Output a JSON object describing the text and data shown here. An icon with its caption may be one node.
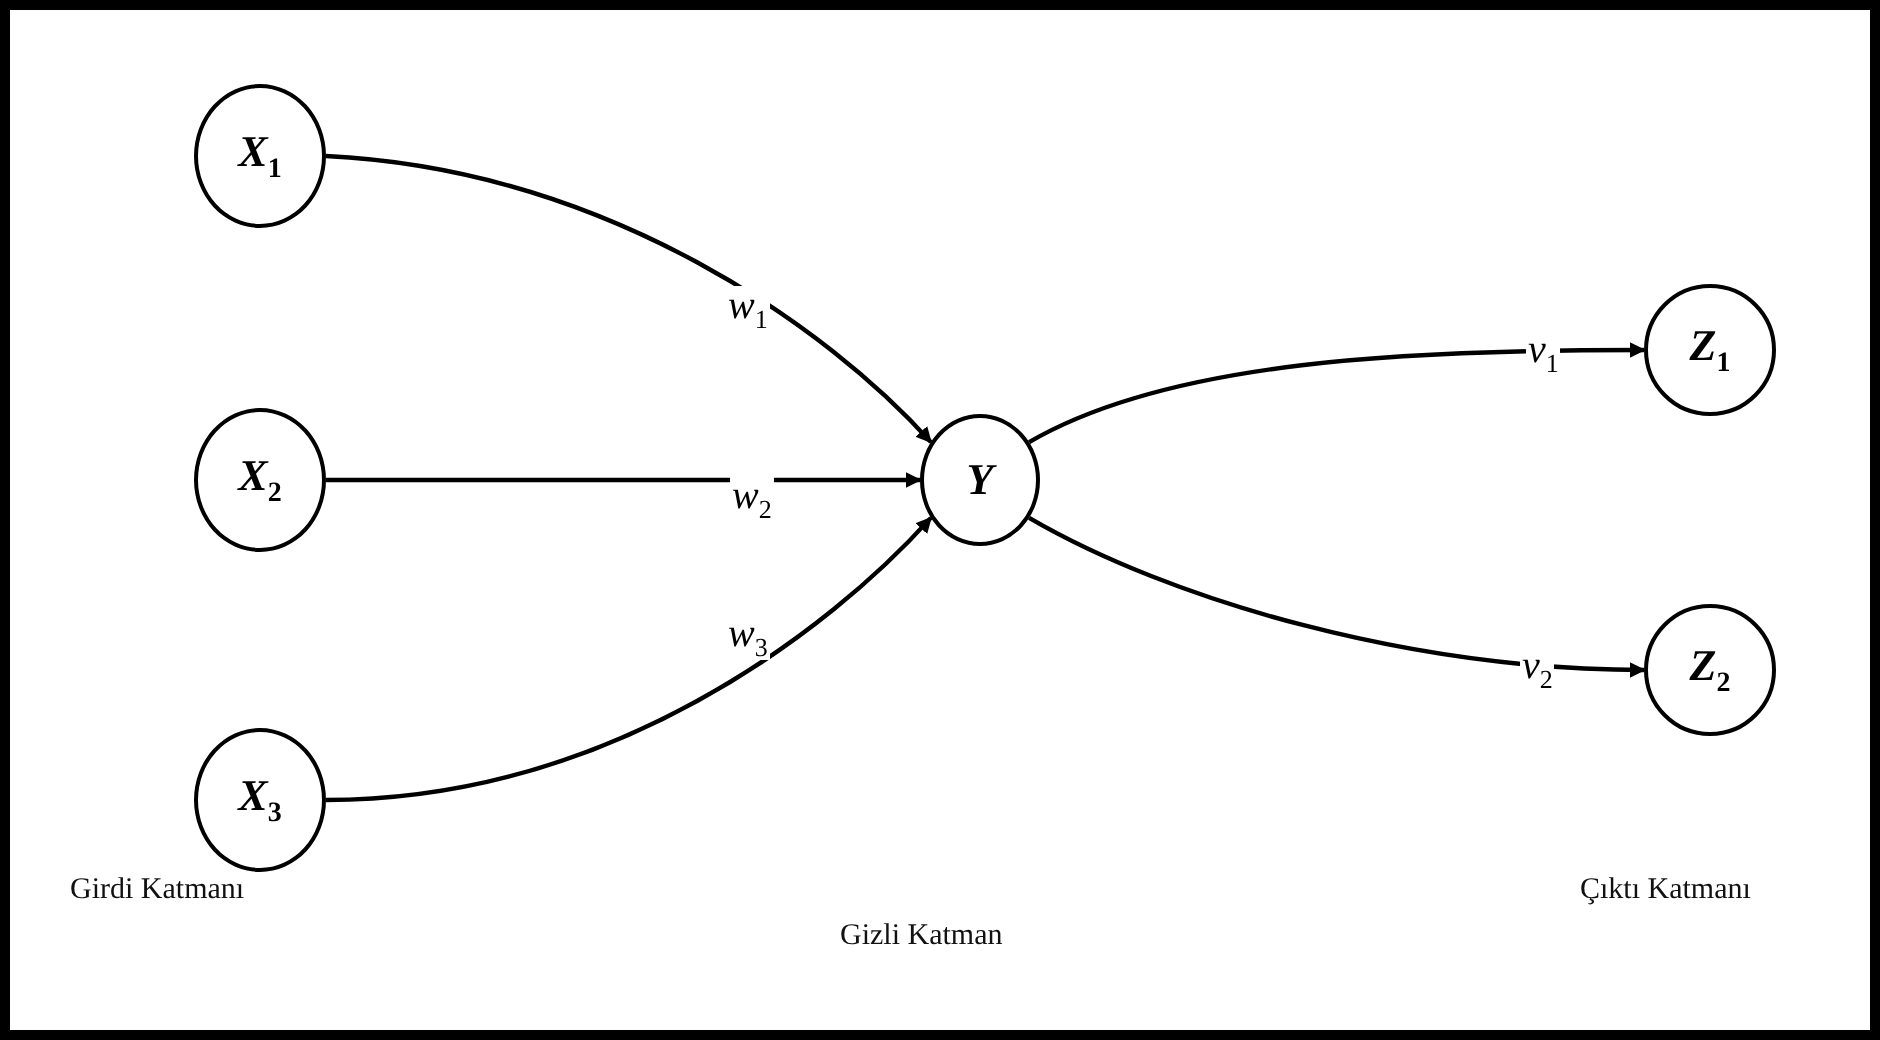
{
  "diagram": {
    "nodes": [
      {
        "text": [
          "X$_{1}$"
        ]
      },
      {
        "text": [
          "X$_{2}$"
        ]
      },
      {
        "text": [
          "X$_{3}$"
        ]
      },
      {
        "text": [
          "Y"
        ]
      },
      {
        "text": [
          "Z$_{1}$"
        ]
      },
      {
        "text": [
          "Z$_{2}$"
        ]
      }
    ],
    "labels": [
      "Girdi Katmanı",
      "Gizli Katman",
      "Çıktı Katmanı"
    ],
    "edges": [
      {
        "from": 0,
        "to": 3,
        "arrow": "to",
        "label": "w$_{1}$"
      },
      {
        "from": 1,
        "to": 3,
        "arrow": "to",
        "label": "w$_{2}$"
      },
      {
        "from": 2,
        "to": 3,
        "arrow": "to",
        "label": "w$_{3}$"
      },
      {
        "from": 3,
        "to": 4,
        "arrow": "to",
        "label": "v$_{1}$"
      },
      {
        "from": 3,
        "to": 5,
        "arrow": "to",
        "label": "v$_{2}$"
      }
    ]
  }
}
